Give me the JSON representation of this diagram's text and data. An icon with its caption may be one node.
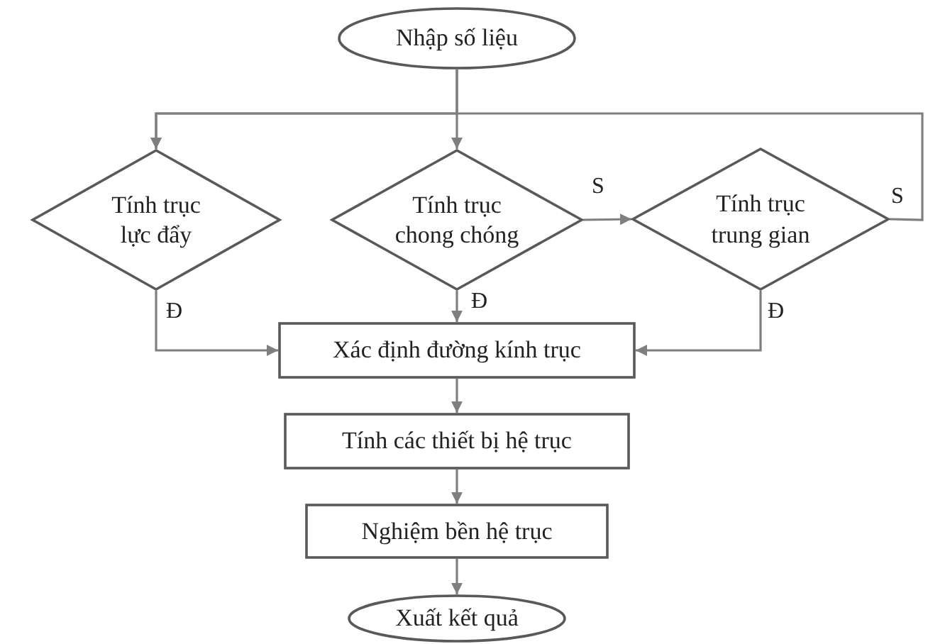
{
  "diagram": {
    "nodes": [
      {
        "text": [
          "Nhập số liệu"
        ]
      },
      {
        "text": [
          "Tính trục lực đẩy"
        ]
      },
      {
        "text": [
          "Tính trục chong chóng"
        ]
      },
      {
        "text": [
          "Tính trục trung gian"
        ]
      },
      {
        "text": [
          "Xác định đường kính trục"
        ]
      },
      {
        "text": [
          "Tính các thiết bị hệ trục"
        ]
      },
      {
        "text": [
          "Nghiệm bền hệ trục"
        ]
      },
      {
        "text": [
          "Xuất kết quả"
        ]
      }
    ],
    "edges": [
      {
        "from": 0,
        "to": 1,
        "arrow": "to"
      },
      {
        "from": 0,
        "to": 2,
        "arrow": "to"
      },
      {
        "from": 2,
        "to": 3,
        "arrow": "to",
        "label": "S"
      },
      {
        "from": 3,
        "to": 1,
        "arrow": "to",
        "label": "S"
      },
      {
        "from": 1,
        "to": 4,
        "arrow": "to",
        "label": "Đ"
      },
      {
        "from": 2,
        "to": 4,
        "arrow": "to",
        "label": "Đ"
      },
      {
        "from": 3,
        "to": 4,
        "arrow": "to",
        "label": "Đ"
      },
      {
        "from": 4,
        "to": 5,
        "arrow": "to"
      },
      {
        "from": 5,
        "to": 6,
        "arrow": "to"
      },
      {
        "from": 6,
        "to": 7,
        "arrow": "to"
      }
    ]
  }
}
